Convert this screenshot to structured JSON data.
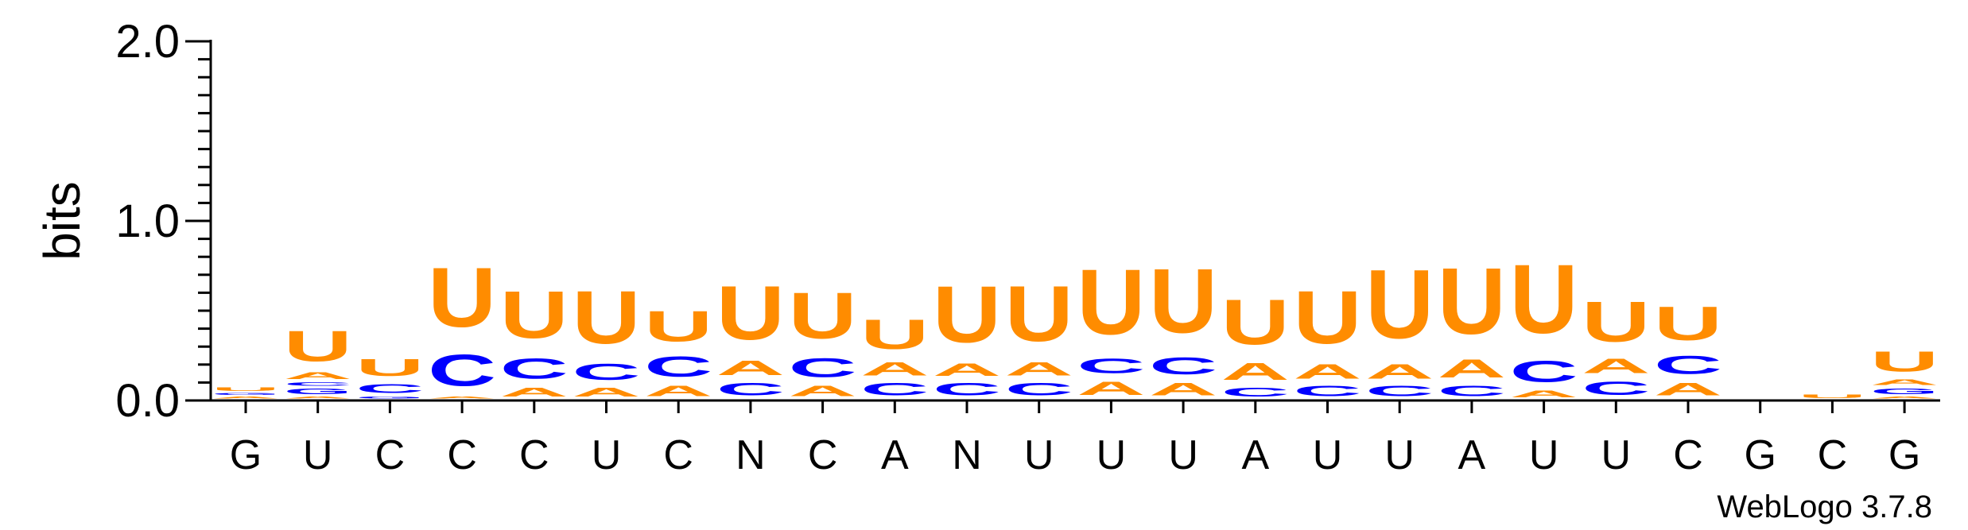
{
  "chart_data": {
    "type": "sequence-logo",
    "ylabel": "bits",
    "ylim": [
      0,
      2.0
    ],
    "yticks": [
      "0.0",
      "1.0",
      "2.0"
    ],
    "minor_tick_step": 0.1,
    "credit": "WebLogo 3.7.8",
    "colors": {
      "U": "#ff8c00",
      "A": "#ff8c00",
      "C": "#0000ff",
      "G": "#0000ff"
    },
    "positions": [
      {
        "label": "G",
        "stack": [
          [
            "A",
            0.02
          ],
          [
            "G",
            0.02
          ],
          [
            "U",
            0.03
          ]
        ]
      },
      {
        "label": "U",
        "stack": [
          [
            "A",
            0.02
          ],
          [
            "G",
            0.05
          ],
          [
            "C",
            0.03
          ],
          [
            "A",
            0.06
          ],
          [
            "U",
            0.27
          ]
        ]
      },
      {
        "label": "C",
        "stack": [
          [
            "G",
            0.02
          ],
          [
            "C",
            0.08
          ],
          [
            "U",
            0.15
          ]
        ]
      },
      {
        "label": "C",
        "stack": [
          [
            "A",
            0.02
          ],
          [
            "C",
            0.28
          ],
          [
            "U",
            0.53
          ]
        ]
      },
      {
        "label": "C",
        "stack": [
          [
            "A",
            0.08
          ],
          [
            "C",
            0.18
          ],
          [
            "U",
            0.42
          ]
        ]
      },
      {
        "label": "U",
        "stack": [
          [
            "A",
            0.08
          ],
          [
            "C",
            0.14
          ],
          [
            "U",
            0.47
          ]
        ]
      },
      {
        "label": "C",
        "stack": [
          [
            "A",
            0.09
          ],
          [
            "C",
            0.18
          ],
          [
            "U",
            0.27
          ]
        ]
      },
      {
        "label": "N",
        "stack": [
          [
            "C",
            0.11
          ],
          [
            "A",
            0.13
          ],
          [
            "U",
            0.48
          ]
        ]
      },
      {
        "label": "C",
        "stack": [
          [
            "A",
            0.09
          ],
          [
            "C",
            0.17
          ],
          [
            "U",
            0.41
          ]
        ]
      },
      {
        "label": "A",
        "stack": [
          [
            "C",
            0.11
          ],
          [
            "A",
            0.12
          ],
          [
            "U",
            0.26
          ]
        ]
      },
      {
        "label": "N",
        "stack": [
          [
            "C",
            0.11
          ],
          [
            "A",
            0.11
          ],
          [
            "U",
            0.5
          ]
        ]
      },
      {
        "label": "U",
        "stack": [
          [
            "C",
            0.11
          ],
          [
            "A",
            0.12
          ],
          [
            "U",
            0.49
          ]
        ]
      },
      {
        "label": "U",
        "stack": [
          [
            "A",
            0.12
          ],
          [
            "C",
            0.13
          ],
          [
            "U",
            0.58
          ]
        ]
      },
      {
        "label": "U",
        "stack": [
          [
            "A",
            0.11
          ],
          [
            "C",
            0.15
          ],
          [
            "U",
            0.57
          ]
        ]
      },
      {
        "label": "A",
        "stack": [
          [
            "C",
            0.08
          ],
          [
            "A",
            0.15
          ],
          [
            "U",
            0.4
          ]
        ]
      },
      {
        "label": "U",
        "stack": [
          [
            "C",
            0.09
          ],
          [
            "A",
            0.13
          ],
          [
            "U",
            0.47
          ]
        ]
      },
      {
        "label": "U",
        "stack": [
          [
            "C",
            0.09
          ],
          [
            "A",
            0.13
          ],
          [
            "U",
            0.61
          ]
        ]
      },
      {
        "label": "A",
        "stack": [
          [
            "C",
            0.09
          ],
          [
            "A",
            0.16
          ],
          [
            "U",
            0.59
          ]
        ]
      },
      {
        "label": "U",
        "stack": [
          [
            "A",
            0.06
          ],
          [
            "C",
            0.19
          ],
          [
            "U",
            0.61
          ]
        ]
      },
      {
        "label": "U",
        "stack": [
          [
            "C",
            0.12
          ],
          [
            "A",
            0.13
          ],
          [
            "U",
            0.36
          ]
        ]
      },
      {
        "label": "C",
        "stack": [
          [
            "A",
            0.11
          ],
          [
            "C",
            0.16
          ],
          [
            "U",
            0.3
          ]
        ]
      },
      {
        "label": "G",
        "stack": []
      },
      {
        "label": "C",
        "stack": [
          [
            "U",
            0.03
          ]
        ]
      },
      {
        "label": "G",
        "stack": [
          [
            "A",
            0.02
          ],
          [
            "G",
            0.05
          ],
          [
            "A",
            0.05
          ],
          [
            "U",
            0.18
          ]
        ]
      }
    ]
  }
}
